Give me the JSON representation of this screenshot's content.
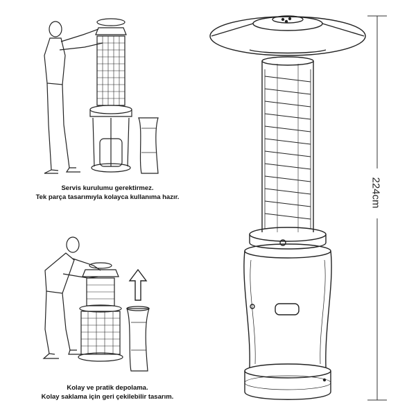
{
  "captions": {
    "top_line1": "Servis kurulumu gerektirmez.",
    "top_line2": "Tek parça tasarımıyla kolayca kullanıma hazır.",
    "bottom_line1": "Kolay ve pratik depolama.",
    "bottom_line2": "Kolay saklama için geri çekilebilir tasarım."
  },
  "dimension": {
    "height_label": "224cm"
  },
  "icons": {
    "up_arrow": "up-arrow-icon"
  }
}
